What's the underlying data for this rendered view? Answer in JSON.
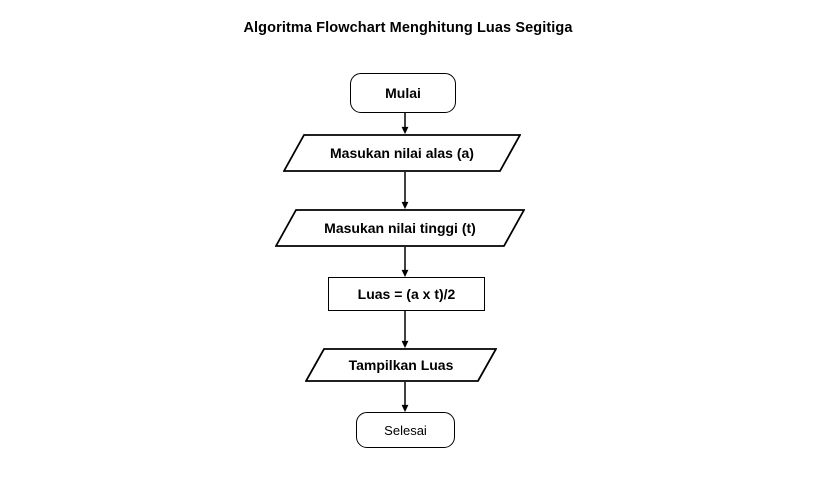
{
  "chart_data": {
    "type": "diagram",
    "diagram_kind": "flowchart",
    "title": "Algoritma Flowchart Menghitung Luas Segitiga",
    "orientation": "top-to-bottom",
    "background_color": "#ffffff",
    "line_color": "#000000",
    "node_fill": "#ffffff",
    "nodes": [
      {
        "id": "mulai",
        "label": "Mulai",
        "shape": "terminator"
      },
      {
        "id": "input-alas",
        "label": "Masukan nilai alas (a)",
        "shape": "parallelogram"
      },
      {
        "id": "input-tinggi",
        "label": "Masukan nilai tinggi (t)",
        "shape": "parallelogram"
      },
      {
        "id": "process-luas",
        "label": "Luas = (a x t)/2",
        "shape": "rectangle"
      },
      {
        "id": "output-luas",
        "label": "Tampilkan Luas",
        "shape": "parallelogram"
      },
      {
        "id": "selesai",
        "label": "Selesai",
        "shape": "terminator"
      }
    ],
    "edges": [
      {
        "from": "mulai",
        "to": "input-alas",
        "arrow": "down",
        "label": ""
      },
      {
        "from": "input-alas",
        "to": "input-tinggi",
        "arrow": "down",
        "label": ""
      },
      {
        "from": "input-tinggi",
        "to": "process-luas",
        "arrow": "down",
        "label": ""
      },
      {
        "from": "process-luas",
        "to": "output-luas",
        "arrow": "down",
        "label": ""
      },
      {
        "from": "output-luas",
        "to": "selesai",
        "arrow": "down",
        "label": ""
      }
    ]
  },
  "title": {
    "text": "Algoritma Flowchart Menghitung Luas Segitiga"
  },
  "nodes": {
    "mulai": {
      "label": "Mulai"
    },
    "input_alas": {
      "label": "Masukan nilai alas (a)"
    },
    "input_tinggi": {
      "label": "Masukan nilai tinggi (t)"
    },
    "process_luas": {
      "label": "Luas = (a x t)/2"
    },
    "output_luas": {
      "label": "Tampilkan Luas"
    },
    "selesai": {
      "label": "Selesai"
    }
  }
}
